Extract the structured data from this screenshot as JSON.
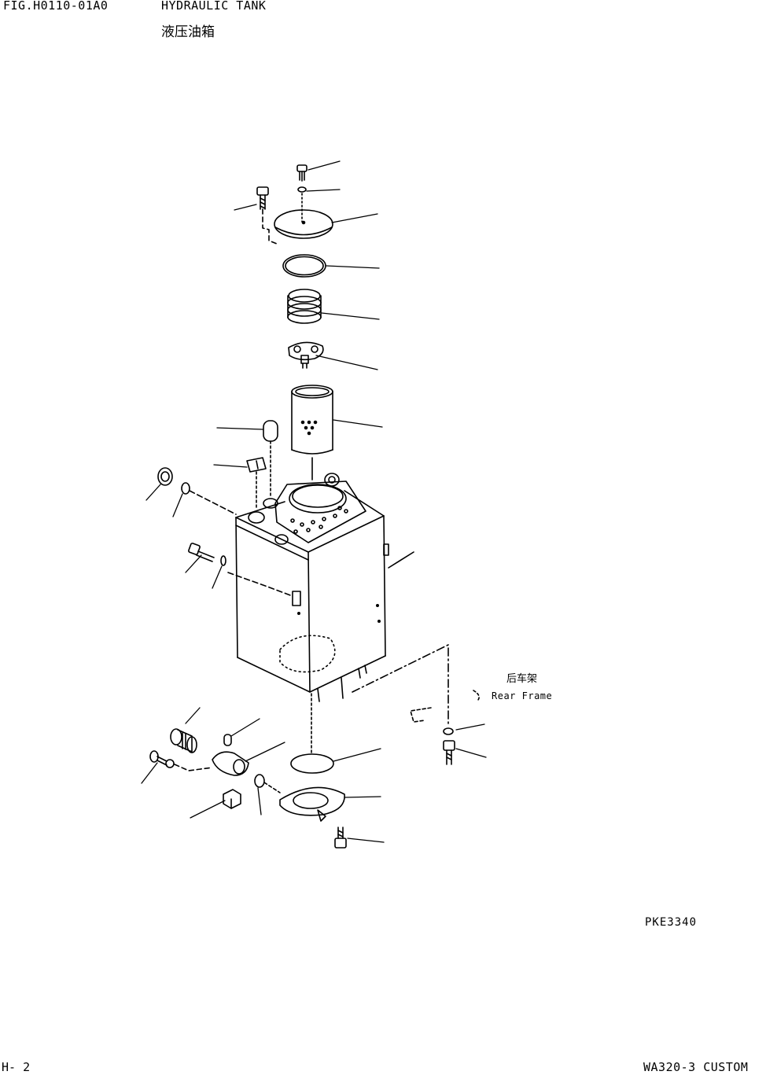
{
  "header": {
    "figure_id": "FIG.H0110-01A0",
    "title_en": "HYDRAULIC TANK",
    "title_cn": "液压油箱"
  },
  "annotation": {
    "label_cn": "后车架",
    "label_en": "Rear Frame"
  },
  "drawing_ref": "PKE3340",
  "footer": {
    "page": "H-  2",
    "model": "WA320-3 CUSTOM"
  },
  "colors": {
    "ink": "#000000",
    "paper": "#ffffff"
  }
}
